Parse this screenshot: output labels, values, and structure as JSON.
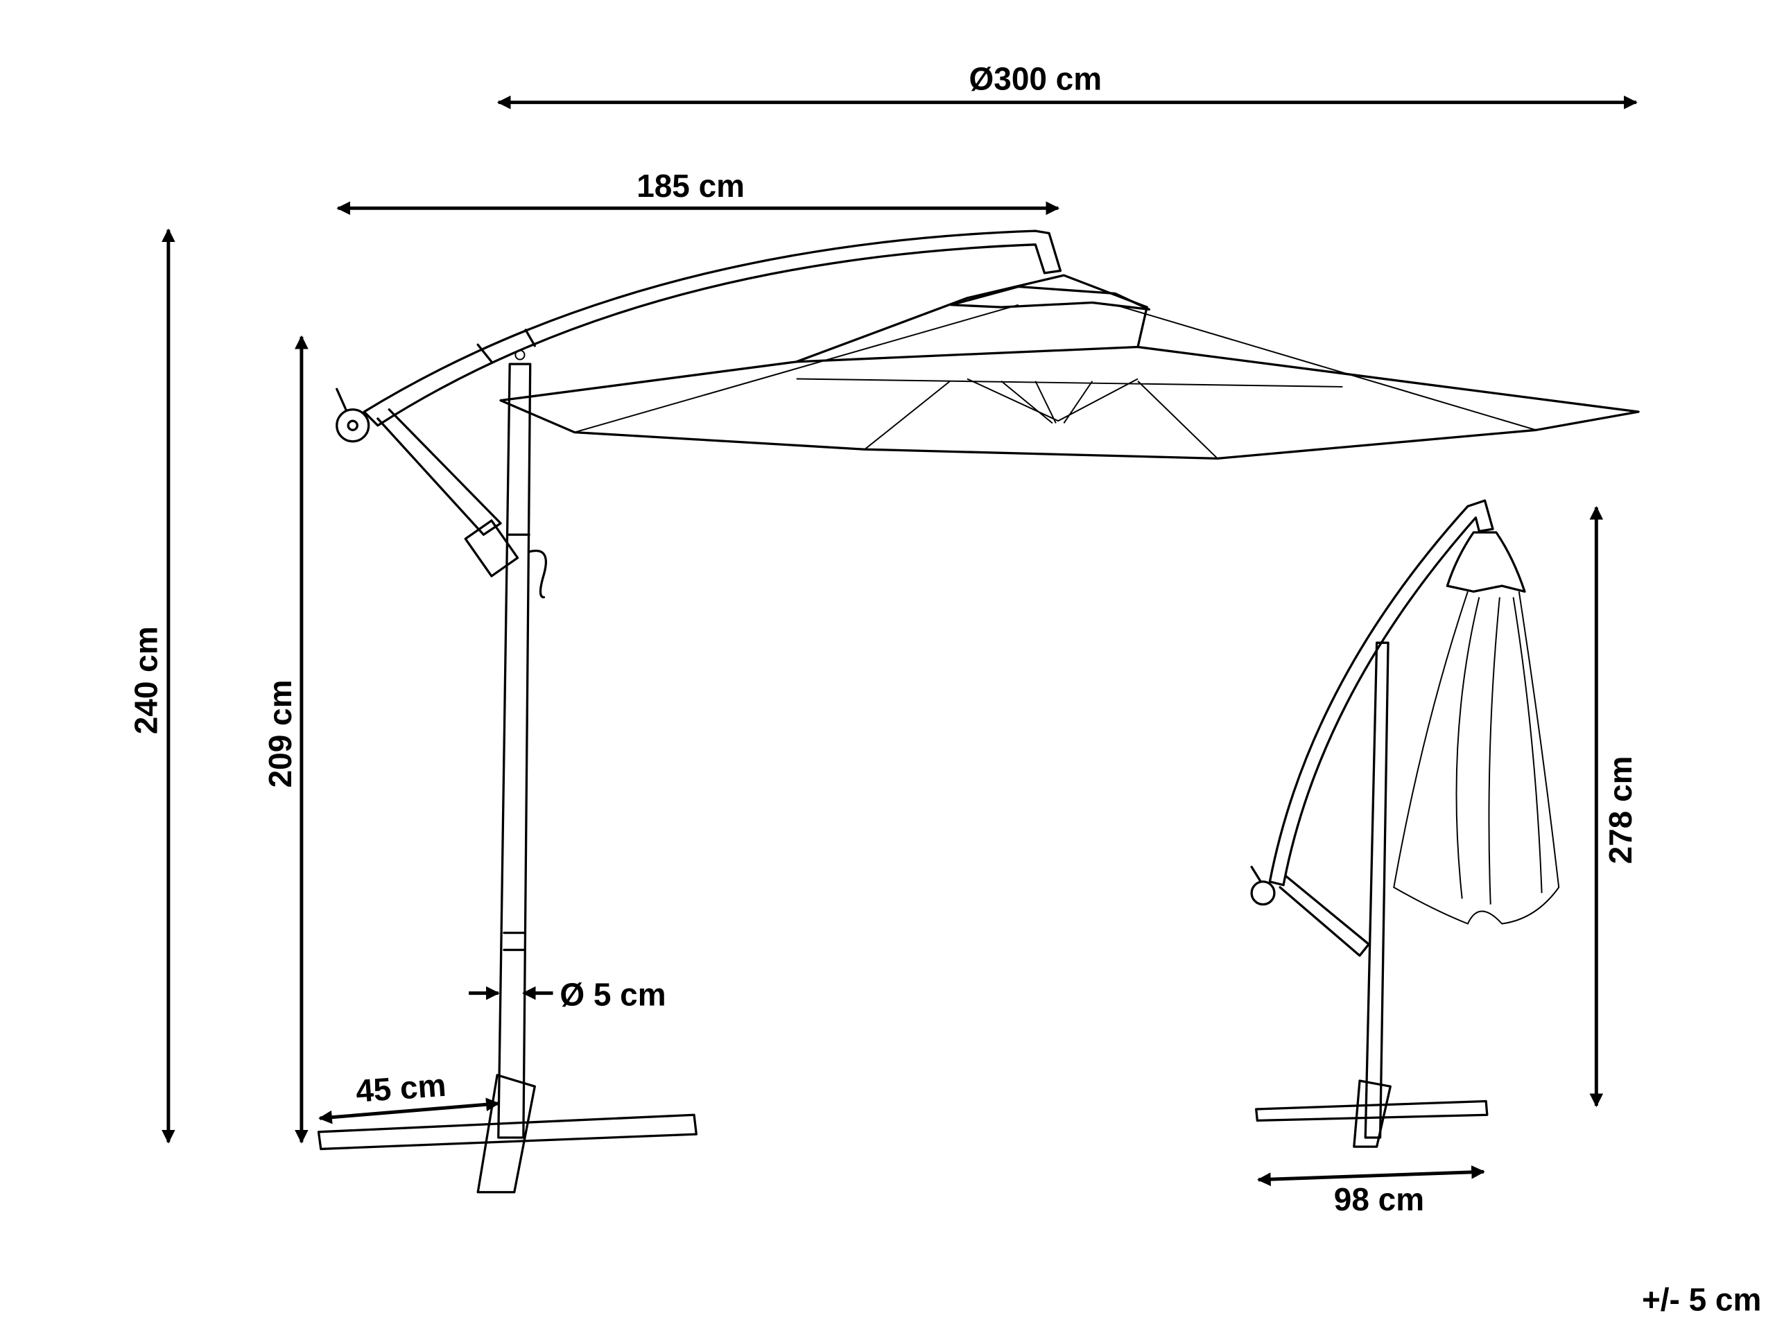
{
  "dimensions": {
    "canopy_diameter": "Ø300 cm",
    "arm_reach": "185 cm",
    "total_height": "240 cm",
    "pole_height": "209 cm",
    "pole_diameter": "Ø 5 cm",
    "base_half_width": "45 cm",
    "closed_height": "278 cm",
    "base_width": "98 cm",
    "tolerance": "+/- 5 cm"
  },
  "colors": {
    "line": "#000000",
    "background": "#ffffff"
  }
}
